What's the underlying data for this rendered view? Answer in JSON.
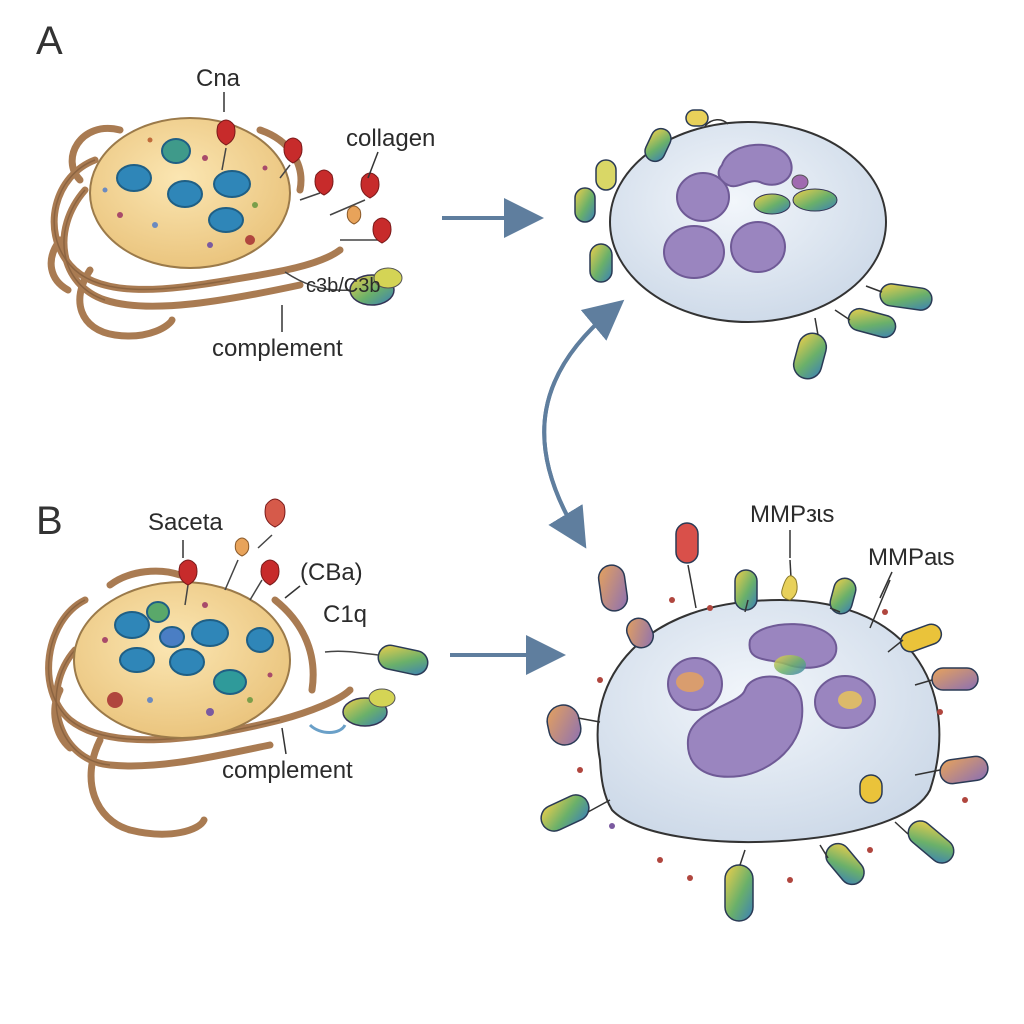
{
  "panels": {
    "a": {
      "letter": "A"
    },
    "b": {
      "letter": "B"
    }
  },
  "labels": {
    "a_top": "Cna",
    "a_right": "collagen",
    "a_mid": "c3b/C3b",
    "a_bottom": "complement",
    "b_top": "Saceta",
    "b_right1": "(CBa)",
    "b_right2": "C1q",
    "b_bottom": "complement",
    "mmp1": "MMPзɩs",
    "mmp2": "MMPaɩs"
  },
  "colors": {
    "arrow": "#5f7e9e",
    "cell_fill": "#f1d28e",
    "nucleus_blue": "#2f86b8",
    "macro_fill": "#dfe7f1",
    "macro_nucleus": "#9a85bf",
    "collagen": "#a97b52",
    "red_molecule": "#c72b2b"
  }
}
